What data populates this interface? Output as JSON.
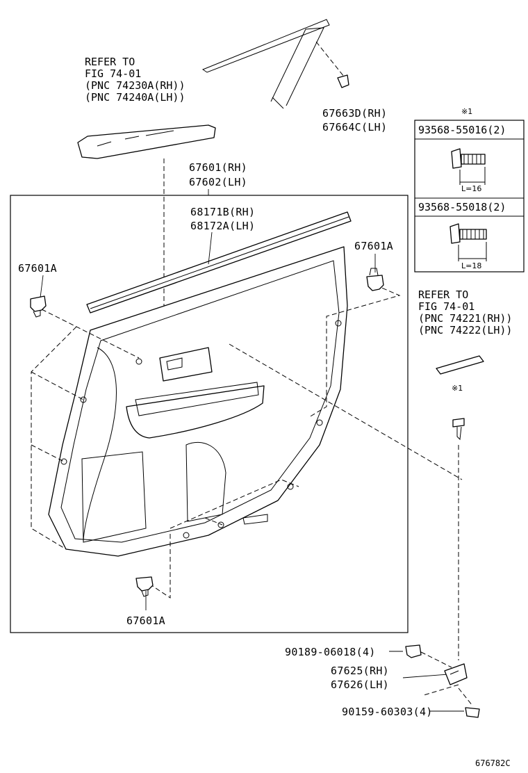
{
  "labels": {
    "refer_top": [
      "REFER TO",
      "FIG 74-01",
      "(PNC 74230A(RH))",
      "(PNC 74240A(LH))"
    ],
    "part_67663": [
      "67663D(RH)",
      "67664C(LH)"
    ],
    "part_67601": [
      "67601(RH)",
      "67602(LH)"
    ],
    "part_68171": [
      "68171B(RH)",
      "68172A(LH)"
    ],
    "clip_left": "67601A",
    "clip_right": "67601A",
    "clip_bottom": "67601A",
    "refer_right": [
      "REFER TO",
      "FIG 74-01",
      "(PNC 74221(RH))",
      "(PNC 74222(LH))"
    ],
    "screw_note_mark": "※1",
    "screw_note_mark2": "※1",
    "screw_table": [
      {
        "part": "93568-55016(2)",
        "length": "L=16"
      },
      {
        "part": "93568-55018(2)",
        "length": "L=18"
      }
    ],
    "part_90189": "90189-06018(4)",
    "part_67625": [
      "67625(RH)",
      "67626(LH)"
    ],
    "part_90159": "90159-60303(4)",
    "figure_code": "676782C"
  }
}
